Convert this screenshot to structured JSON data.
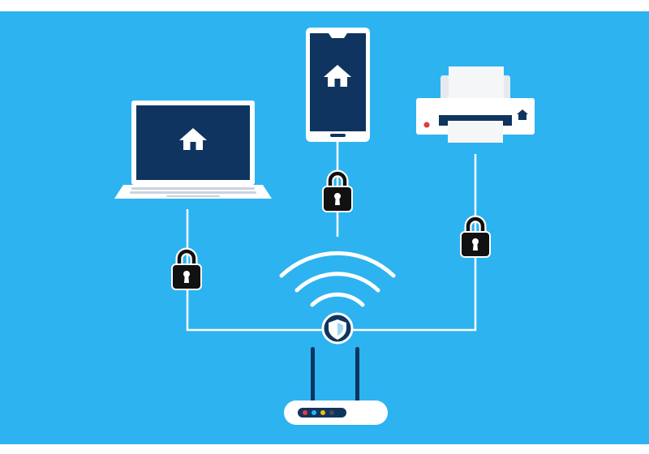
{
  "diagram": {
    "type": "home-network-security-illustration",
    "background_color": "#2db3f0",
    "line_color": "#ffffff",
    "dark_color": "#0f3460",
    "nodes": [
      {
        "id": "laptop",
        "icon": "laptop-icon",
        "screen_icon": "home-icon",
        "secured": true
      },
      {
        "id": "smartphone",
        "icon": "smartphone-icon",
        "screen_icon": "home-icon",
        "secured": true
      },
      {
        "id": "printer",
        "icon": "printer-icon",
        "screen_icon": "home-icon",
        "secured": true
      },
      {
        "id": "router",
        "icon": "router-icon",
        "status_lights": [
          "#e83a3a",
          "#2db3f0",
          "#f2c200",
          "#4a4a4a"
        ]
      }
    ],
    "hub": {
      "icon": "shield-icon",
      "signal": "wifi-icon"
    },
    "locks": [
      "padlock-icon",
      "padlock-icon",
      "padlock-icon"
    ]
  }
}
